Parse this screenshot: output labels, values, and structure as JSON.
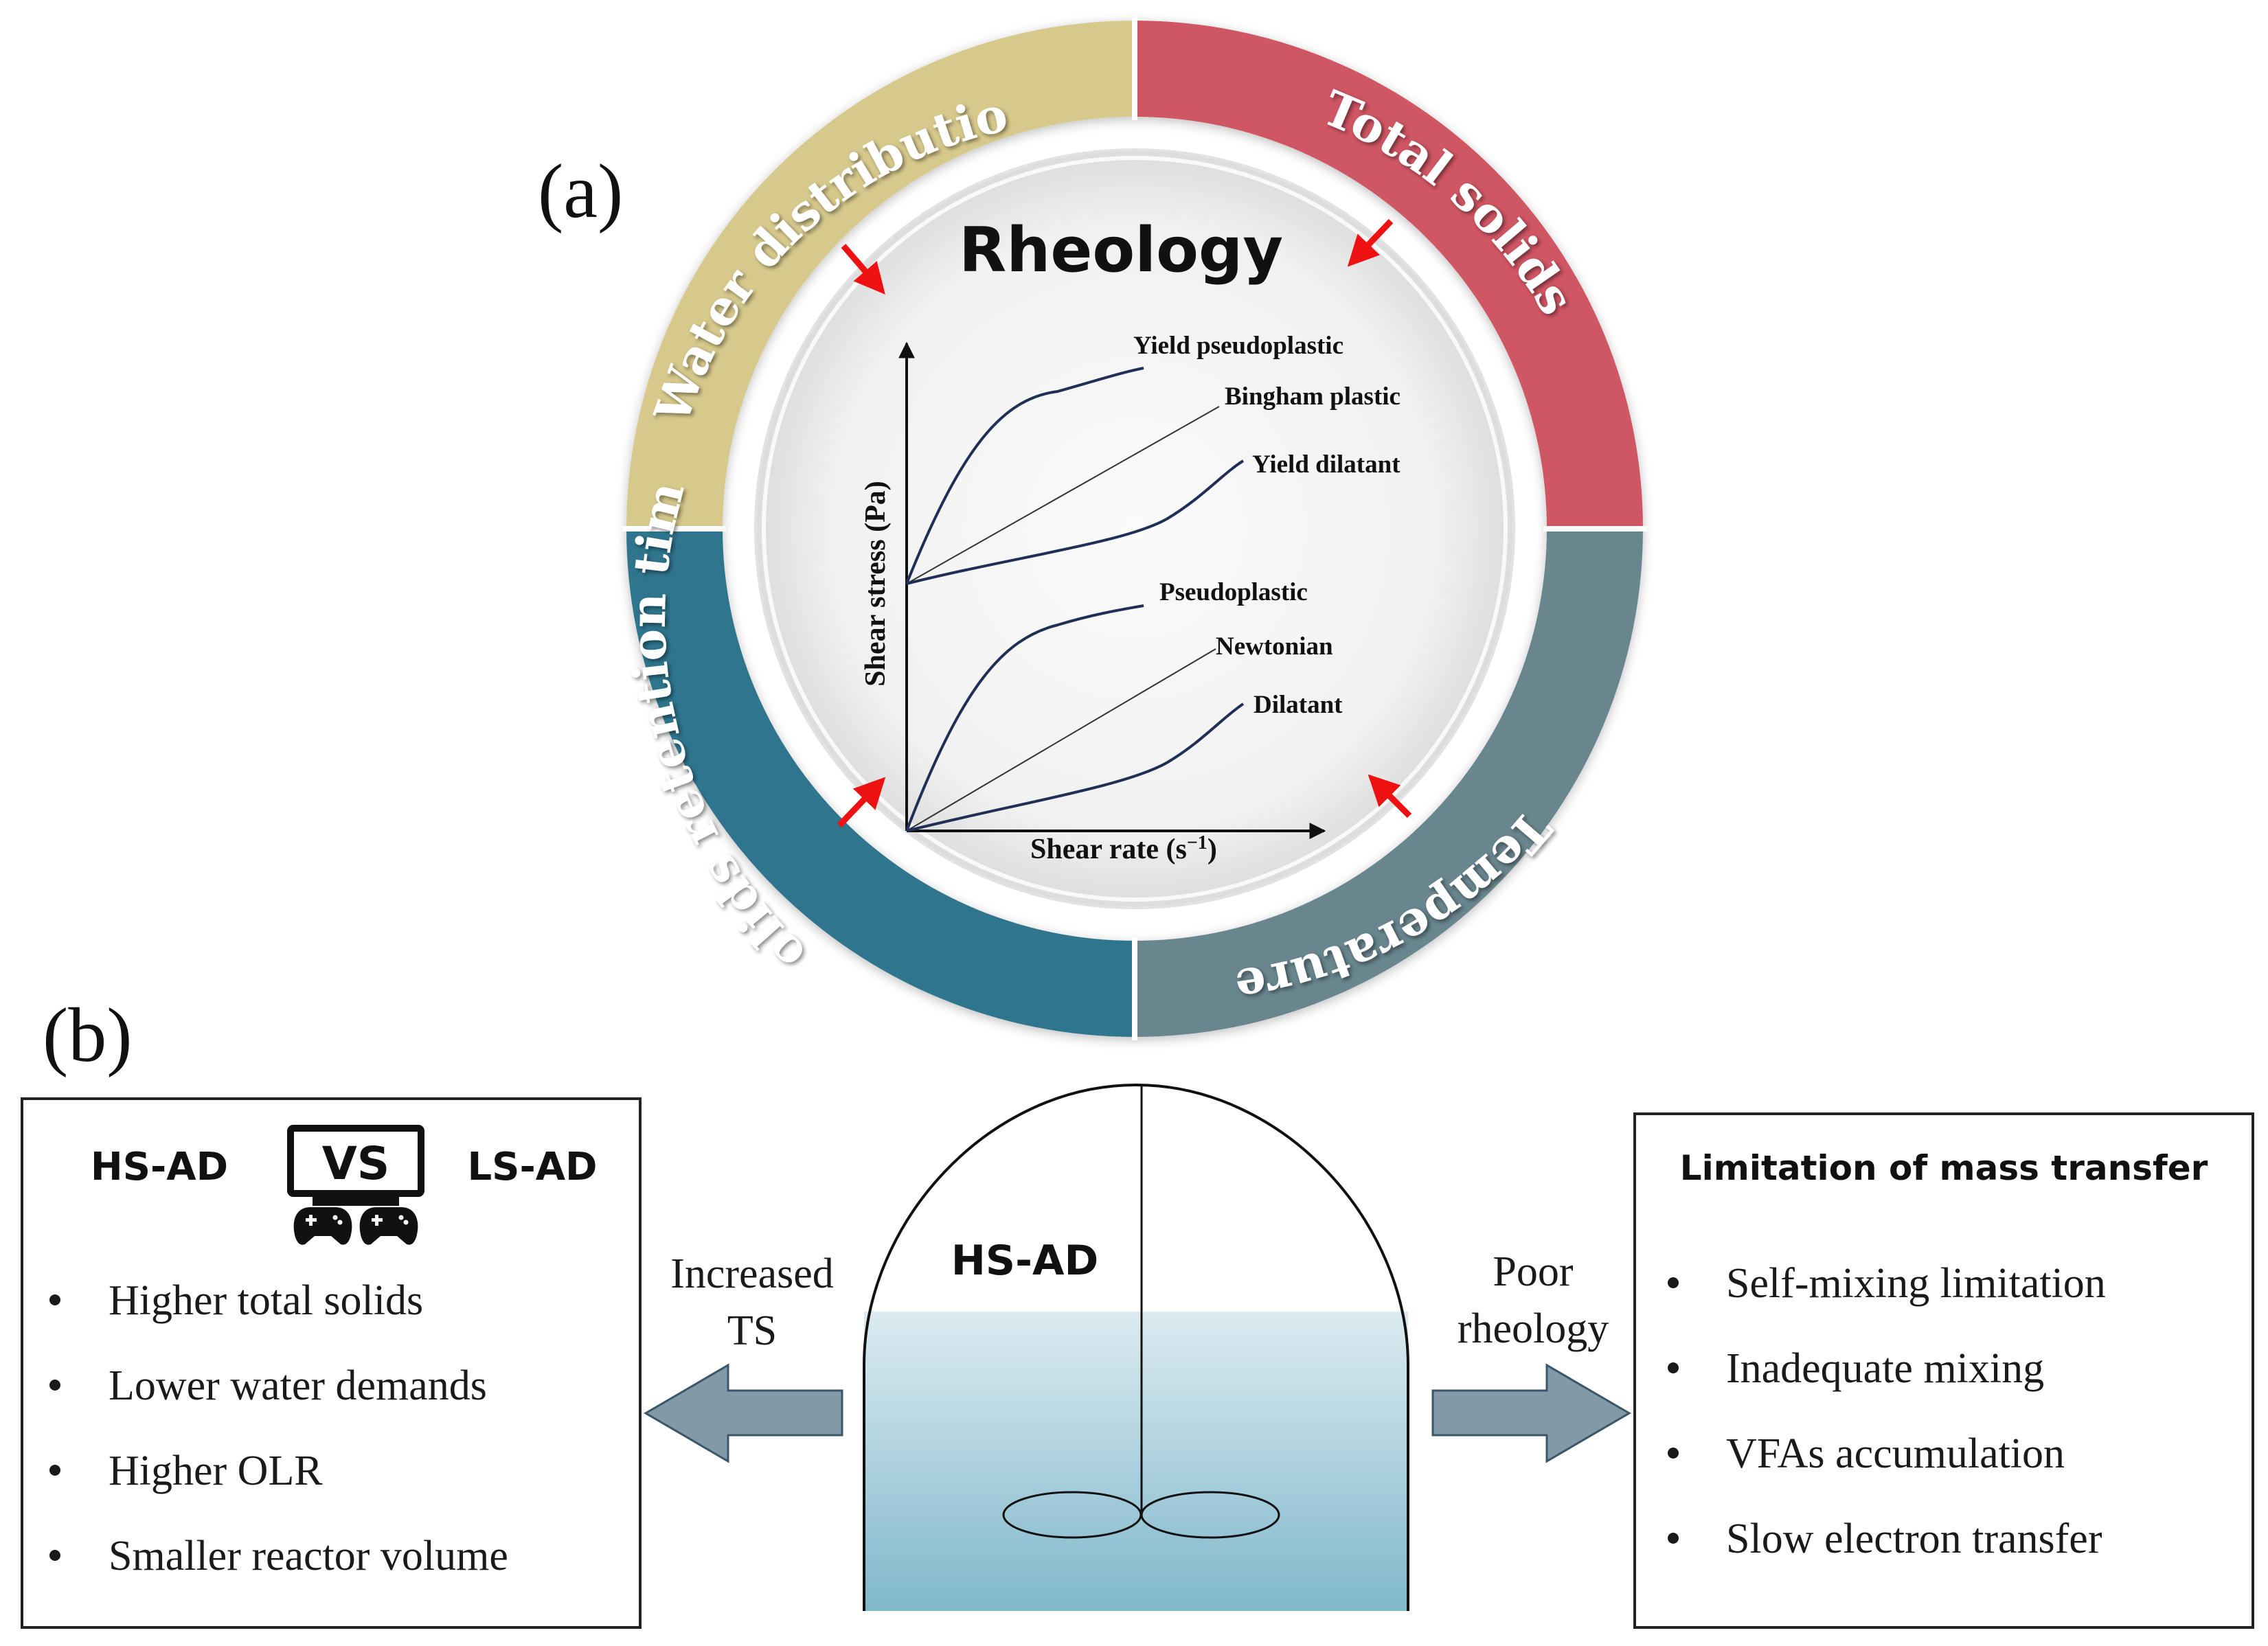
{
  "panel_a": {
    "label": "(a)",
    "center_title": "Rheology",
    "ring_segments": [
      {
        "label": "Water distribution",
        "color": "#d7c98c"
      },
      {
        "label": "Total solids",
        "color": "#cf5764"
      },
      {
        "label": "Temperature",
        "color": "#69858e"
      },
      {
        "label": "Solids retention time",
        "color": "#2f758d"
      }
    ],
    "arrow_color": "#ee1111",
    "graph": {
      "x_axis_label": "Shear rate (s",
      "x_axis_unit_sup": "−1",
      "x_axis_close": ")",
      "y_axis_label": "Shear stress (Pa)",
      "curves": [
        {
          "label": "Yield pseudoplastic"
        },
        {
          "label": "Bingham plastic"
        },
        {
          "label": "Yield dilatant"
        },
        {
          "label": "Pseudoplastic"
        },
        {
          "label": "Newtonian"
        },
        {
          "label": "Dilatant"
        }
      ]
    }
  },
  "panel_b": {
    "label": "(b)",
    "left_box": {
      "left_heading": "HS-AD",
      "vs_text": "VS",
      "right_heading": "LS-AD",
      "bullets": [
        "Higher total solids",
        "Lower water demands",
        "Higher OLR",
        "Smaller reactor volume"
      ]
    },
    "left_arrow_label_line1": "Increased",
    "left_arrow_label_line2": "TS",
    "reactor_label": "HS-AD",
    "right_arrow_label_line1": "Poor",
    "right_arrow_label_line2": "rheology",
    "right_box": {
      "heading": "Limitation of mass transfer",
      "bullets": [
        "Self-mixing limitation",
        "Inadequate mixing",
        "VFAs accumulation",
        "Slow electron transfer"
      ]
    }
  }
}
